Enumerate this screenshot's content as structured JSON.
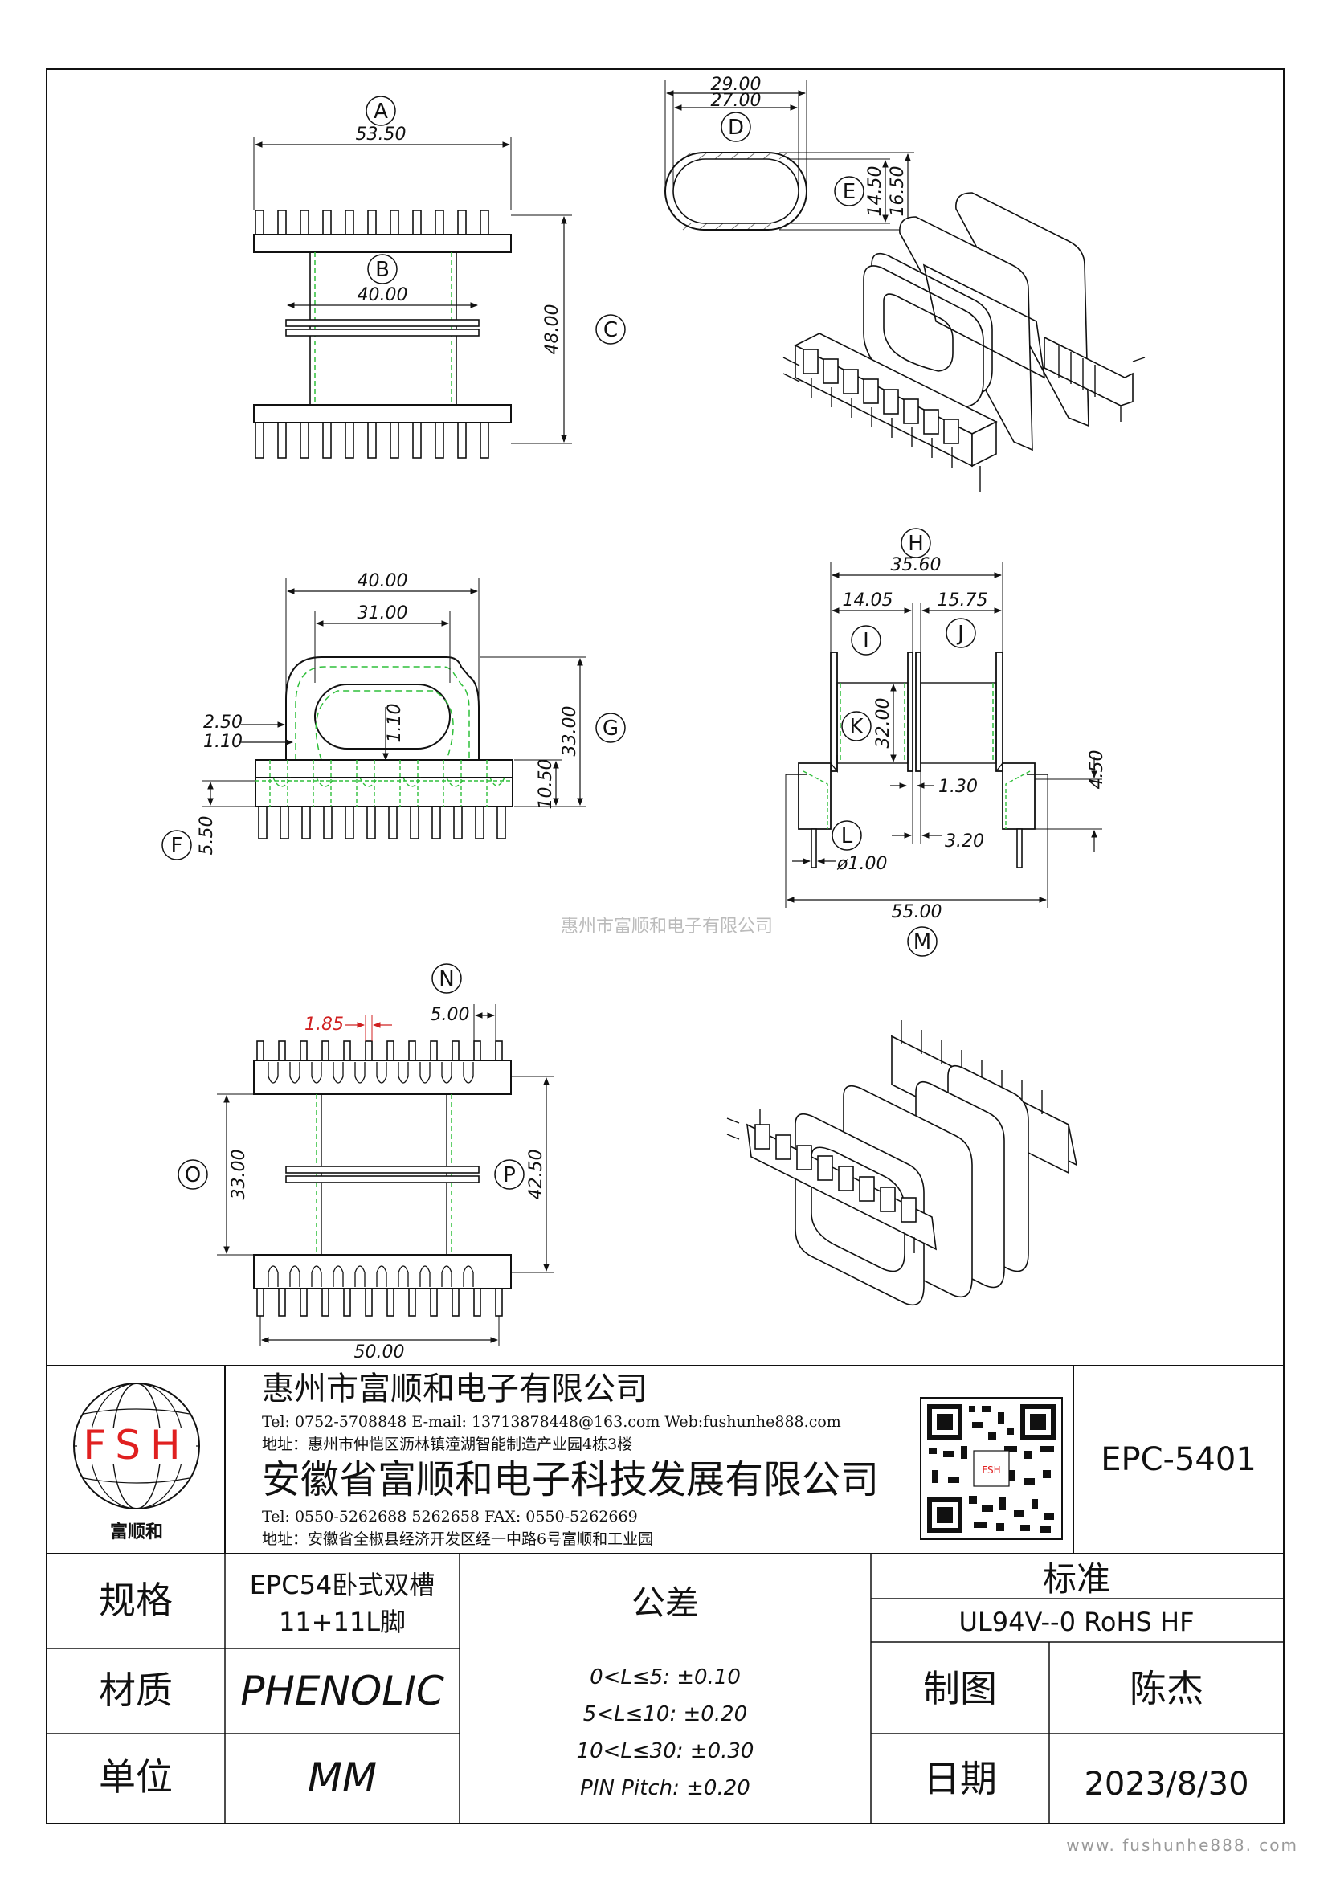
{
  "watermark": "惠州市富顺和电子有限公司",
  "footer_url": "www. fushunhe888. com",
  "views": {
    "top": {
      "labels": {
        "a": "A",
        "b": "B",
        "c": "C"
      },
      "dims": {
        "a": "53.50",
        "b": "40.00",
        "c": "48.00"
      }
    },
    "oval": {
      "labels": {
        "d": "D",
        "e": "E"
      },
      "dims": {
        "d_outer": "29.00",
        "d_inner": "27.00",
        "e_inner": "14.50",
        "e_outer": "16.50"
      }
    },
    "front": {
      "labels": {
        "f": "F",
        "g": "G"
      },
      "dims": {
        "w40": "40.00",
        "w31": "31.00",
        "d250": "2.50",
        "d110a": "1.10",
        "d110b": "1.10",
        "h33": "33.00",
        "h1050": "10.50",
        "h550": "5.50"
      }
    },
    "side": {
      "labels": {
        "h": "H",
        "i": "I",
        "j": "J",
        "k": "K",
        "l": "L",
        "m": "M"
      },
      "dims": {
        "w3560": "35.60",
        "w1405": "14.05",
        "w1575": "15.75",
        "h3200": "32.00",
        "d130": "1.30",
        "h450": "4.50",
        "d320": "3.20",
        "dia": "ø1.00",
        "w55": "55.00"
      }
    },
    "bottom": {
      "labels": {
        "n": "N",
        "o": "O",
        "p": "P"
      },
      "dims": {
        "pitch_red": "1.85",
        "d500": "5.00",
        "h3300": "33.00",
        "h4250": "42.50",
        "w5000": "50.00"
      }
    }
  },
  "title_block": {
    "logo": {
      "text": "FSH",
      "caption": "富顺和"
    },
    "company1": {
      "name": "惠州市富顺和电子有限公司",
      "contact": "Tel: 0752-5708848  E-mail: 13713878448@163.com  Web:fushunhe888.com",
      "address": "地址：惠州市仲恺区沥林镇潼湖智能制造产业园4栋3楼"
    },
    "company2": {
      "name": "安徽省富顺和电子科技发展有限公司",
      "contact": "Tel:  0550-5262688  5262658       FAX: 0550-5262669",
      "address": "地址：安徽省全椒县经济开发区经一中路6号富顺和工业园"
    },
    "qr_center": "FSH",
    "part_no": "EPC-5401",
    "spec_label": "规格",
    "spec_value_1": "EPC54卧式双槽",
    "spec_value_2": "11+11L脚",
    "material_label": "材质",
    "material_value": "PHENOLIC",
    "unit_label": "单位",
    "unit_value": "MM",
    "tolerance_label": "公差",
    "tolerances": [
      "0<L≤5: ±0.10",
      "5<L≤10: ±0.20",
      "10<L≤30: ±0.30",
      "PIN Pitch: ±0.20"
    ],
    "standard_label": "标准",
    "standard_value": "UL94V--0  RoHS HF",
    "drawn_label": "制图",
    "drawn_value": "陈杰",
    "date_label": "日期",
    "date_value": "2023/8/30"
  },
  "colors": {
    "line": "#111111",
    "hidden": "#2fbf3a",
    "accent_red": "#d02020",
    "logo_red": "#e02020"
  }
}
